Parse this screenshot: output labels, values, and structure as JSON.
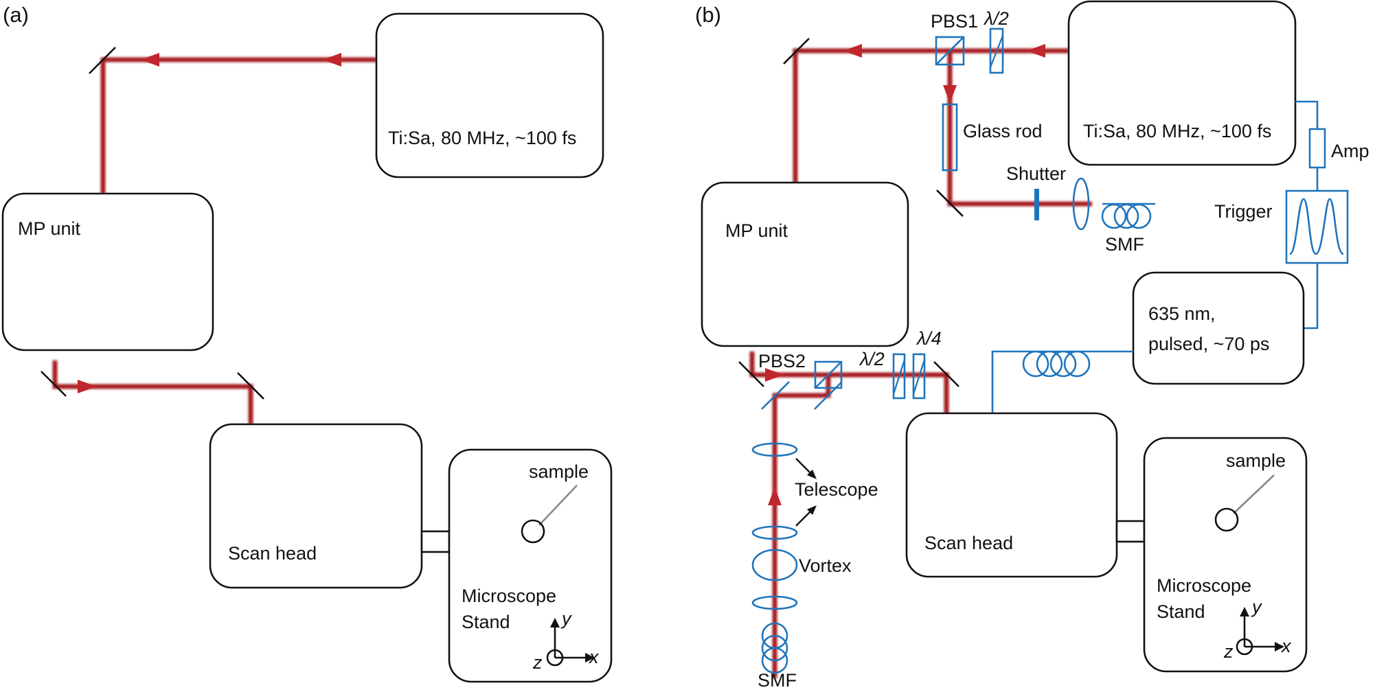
{
  "panel_a": {
    "label": "(a)",
    "laser": "Ti:Sa, 80 MHz, ~100 fs",
    "mp_unit": "MP unit",
    "scan_head": "Scan head",
    "stand_line1": "Microscope",
    "stand_line2": "Stand",
    "sample": "sample",
    "axis_x": "x",
    "axis_y": "y",
    "axis_z": "z"
  },
  "panel_b": {
    "label": "(b)",
    "laser": "Ti:Sa, 80 MHz, ~100 fs",
    "mp_unit": "MP unit",
    "scan_head": "Scan head",
    "stand_line1": "Microscope",
    "stand_line2": "Stand",
    "sample": "sample",
    "axis_x": "x",
    "axis_y": "y",
    "axis_z": "z",
    "pbs1": "PBS1",
    "pbs2": "PBS2",
    "half_wave_1": "λ/2",
    "half_wave_2": "λ/2",
    "quarter_wave": "λ/4",
    "glass_rod": "Glass rod",
    "shutter": "Shutter",
    "smf_top": "SMF",
    "smf_bottom": "SMF",
    "amp": "Amp",
    "trigger": "Trigger",
    "pulsed_line1": "635 nm,",
    "pulsed_line2": "pulsed, ~70 ps",
    "telescope": "Telescope",
    "vortex": "Vortex"
  },
  "colors": {
    "beam": "#a61b22",
    "optics": "#1f74bb",
    "outline": "#111111"
  }
}
